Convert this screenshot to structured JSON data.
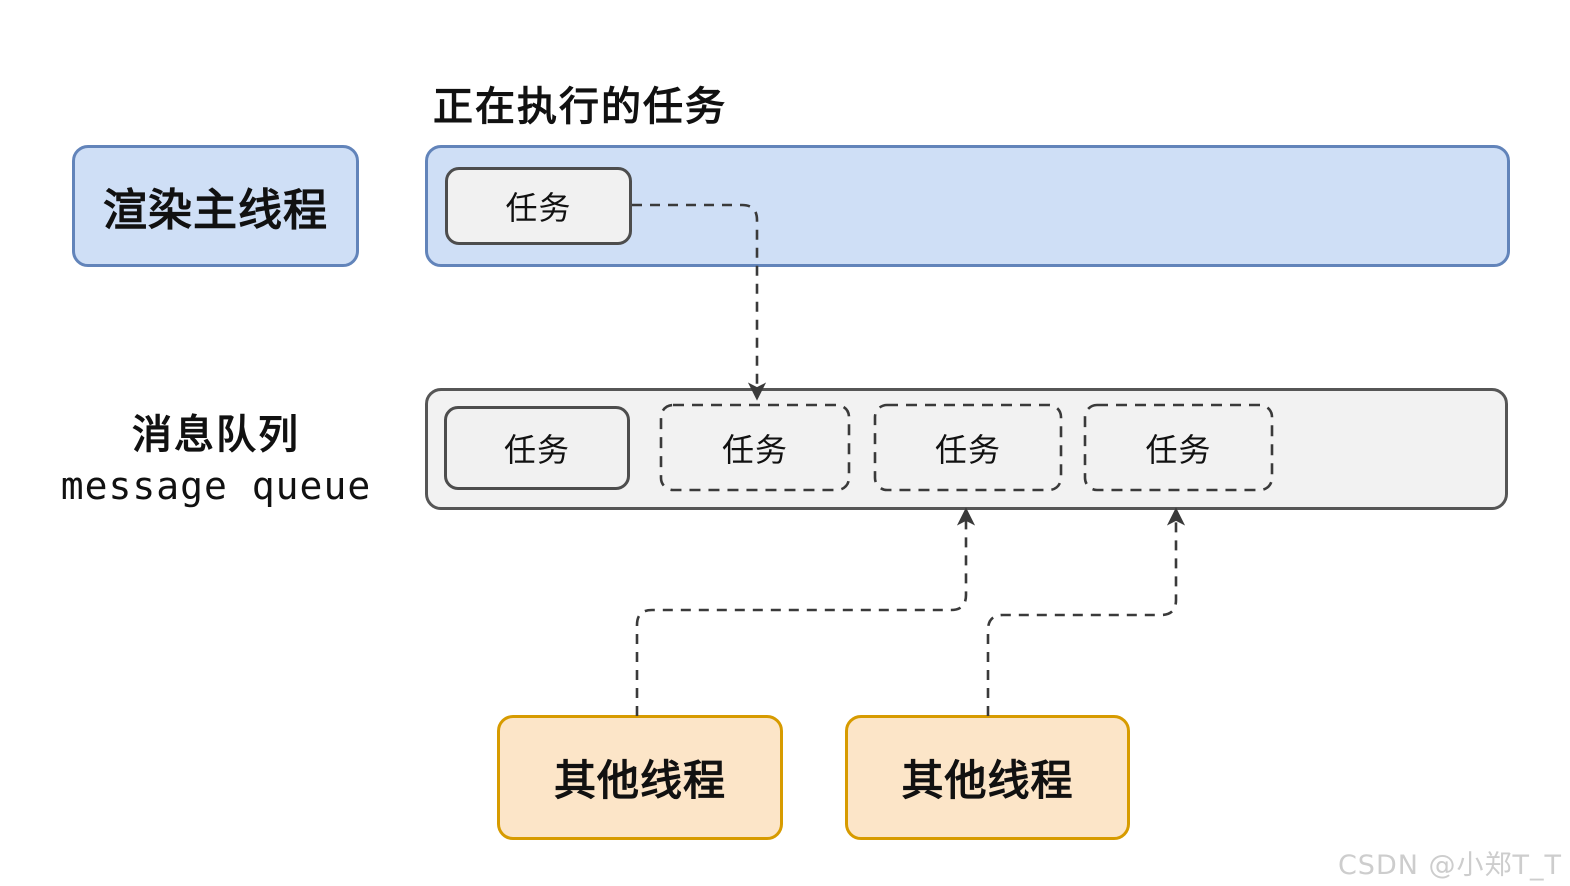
{
  "title": {
    "executing_task_label": "正在执行的任务"
  },
  "render_main_thread": {
    "label": "渲染主线程",
    "current_task_label": "任务"
  },
  "message_queue": {
    "label_zh": "消息队列",
    "label_en": "message queue",
    "tasks": [
      {
        "label": "任务",
        "style": "solid"
      },
      {
        "label": "任务",
        "style": "dashed"
      },
      {
        "label": "任务",
        "style": "dashed"
      },
      {
        "label": "任务",
        "style": "dashed"
      }
    ]
  },
  "other_threads": [
    {
      "label": "其他线程"
    },
    {
      "label": "其他线程"
    }
  ],
  "watermark": "CSDN @小郑T_T",
  "colors": {
    "background": "#ffffff",
    "blue_fill": "#cfdff6",
    "blue_border": "#6284ba",
    "gray_fill": "#f2f2f2",
    "gray_border": "#565656",
    "task_fill": "#f1f1f1",
    "task_border": "#4d4d4d",
    "orange_fill": "#fce5c8",
    "orange_border": "#d79b00",
    "connector": "#3a3a3a",
    "text": "#111111",
    "watermark": "#cdcdcd"
  }
}
